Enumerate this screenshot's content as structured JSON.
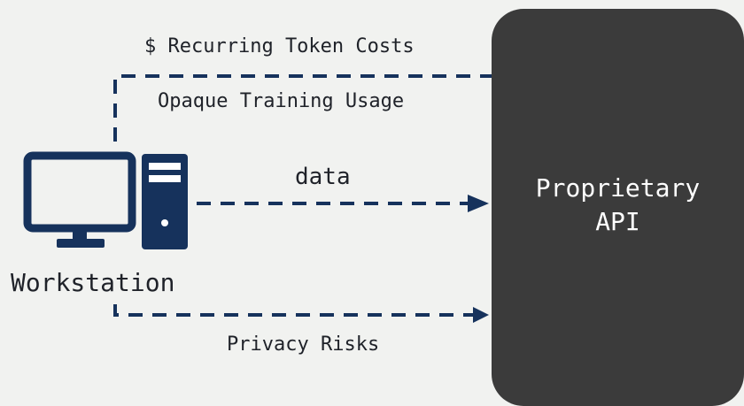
{
  "workstation": {
    "label": "Workstation",
    "icon": "desktop-computer-icon"
  },
  "api": {
    "line1": "Proprietary",
    "line2": "API"
  },
  "arrows": {
    "top_label_1": "$ Recurring Token Costs",
    "top_label_2": "Opaque Training Usage",
    "middle_label": "data",
    "bottom_label": "Privacy Risks"
  },
  "colors": {
    "background": "#f1f2f0",
    "icon_and_arrows": "#16325c",
    "api_box": "#3b3b3b",
    "api_text": "#ffffff",
    "label_text": "#1f2229"
  }
}
